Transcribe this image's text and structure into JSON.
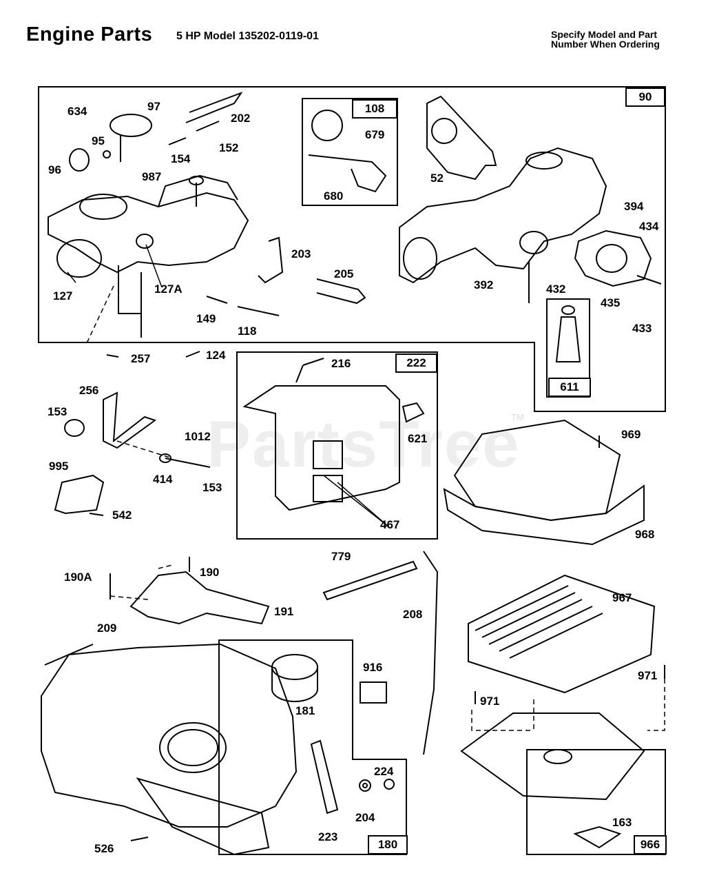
{
  "header": {
    "title": "Engine Parts",
    "model": "5 HP Model 135202-0119-01",
    "note_line1": "Specify Model and Part",
    "note_line2": "Number When Ordering"
  },
  "watermark": {
    "text": "PartsTree",
    "tm": "TM"
  },
  "boxes": {
    "b90": "90",
    "b108": "108",
    "b611": "611",
    "b222": "222",
    "b180": "180",
    "b966": "966"
  },
  "labels": {
    "l634": "634",
    "l97": "97",
    "l202": "202",
    "l95": "95",
    "l152": "152",
    "l154": "154",
    "l96": "96",
    "l987": "987",
    "l679": "679",
    "l680": "680",
    "l52": "52",
    "l394": "394",
    "l434": "434",
    "l127": "127",
    "l127A": "127A",
    "l203": "203",
    "l205": "205",
    "l392": "392",
    "l432": "432",
    "l435": "435",
    "l149": "149",
    "l118": "118",
    "l433": "433",
    "l257": "257",
    "l124": "124",
    "l216": "216",
    "l256": "256",
    "l153a": "153",
    "l1012": "1012",
    "l621": "621",
    "l969": "969",
    "l995": "995",
    "l414": "414",
    "l153b": "153",
    "l542": "542",
    "l467": "467",
    "l968": "968",
    "l779": "779",
    "l190A": "190A",
    "l190": "190",
    "l191": "191",
    "l208": "208",
    "l967": "967",
    "l209": "209",
    "l916": "916",
    "l181": "181",
    "l971a": "971",
    "l971b": "971",
    "l224": "224",
    "l204": "204",
    "l223": "223",
    "l163": "163",
    "l526": "526"
  }
}
